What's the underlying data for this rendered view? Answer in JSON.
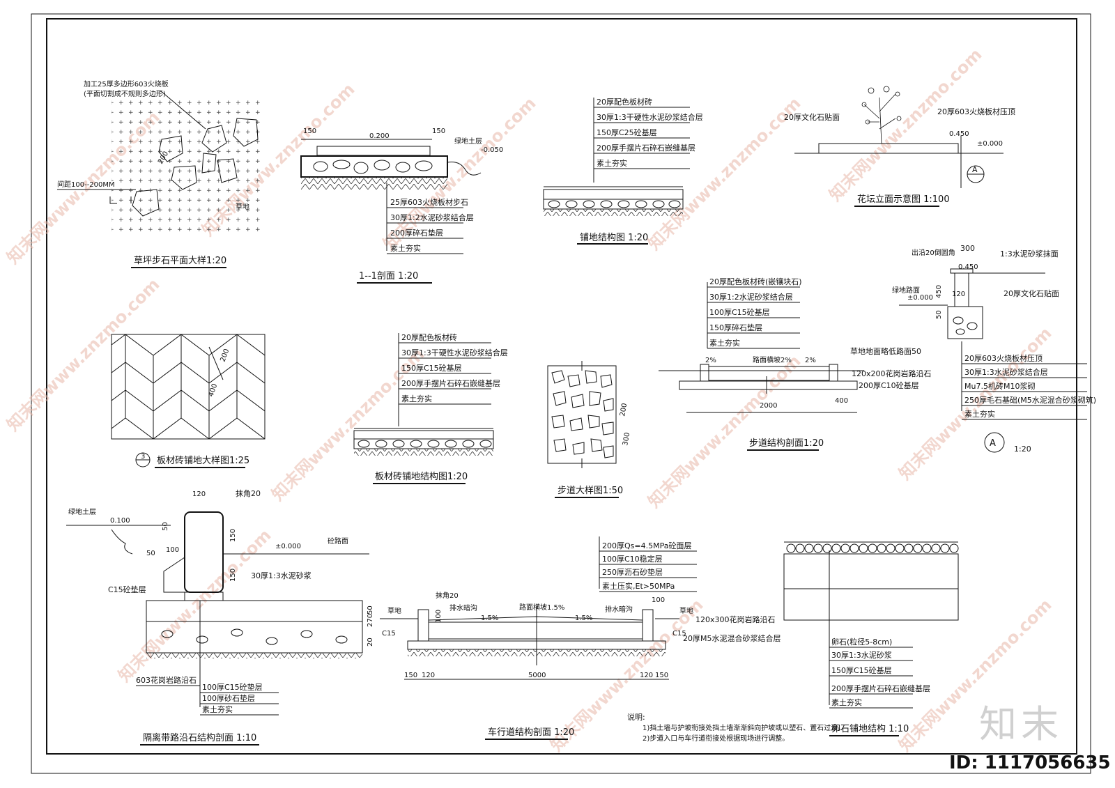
{
  "watermark": {
    "text": "知末网www.znzmo.com",
    "brand": "知末",
    "id": "ID: 1117056635"
  },
  "panels": {
    "p1": {
      "title": "草坪步石平面大样1:20",
      "notes": [
        "加工25厚多边形603火烧板",
        "(平面切割成不规则多边形)",
        "间距100--200MM",
        "草地",
        "200"
      ]
    },
    "p2": {
      "title": "1--1剖面 1:20",
      "dims": [
        "150",
        "0.200",
        "150",
        "绿地土层",
        "-0.050"
      ],
      "layers": [
        "25厚603火烧板材步石",
        "30厚1:2水泥砂浆结合层",
        "200厚碎石垫层",
        "素土夯实"
      ]
    },
    "p3": {
      "title": "铺地结构图 1:20",
      "layers": [
        "20厚配色板材砖",
        "30厚1:3干硬性水泥砂浆结合层",
        "150厚C25砼基层",
        "200厚手摆片石碎石嵌缝基层",
        "素土夯实"
      ]
    },
    "p4": {
      "title": "花坛立面示意图 1:100",
      "labels": [
        "20厚文化石贴面",
        "20厚603火烧板材压顶",
        "0.450",
        "±0.000",
        "A"
      ]
    },
    "p5": {
      "title": "板材砖铺地大样图1:25",
      "badge": "3",
      "dims": [
        "200",
        "400"
      ]
    },
    "p6": {
      "title": "板材砖铺地结构图1:20",
      "layers": [
        "20厚配色板材砖",
        "30厚1:3干硬性水泥砂浆结合层",
        "150厚C15砼基层",
        "200厚手摆片石碎石嵌缝基层",
        "素土夯实"
      ]
    },
    "p7": {
      "title": "步道大样图1:50",
      "dims": [
        "200",
        "300"
      ]
    },
    "p8": {
      "title": "步道结构剖面1:20",
      "layers": [
        "20厚配色板材砖(嵌镶块石)",
        "30厚1:2水泥砂浆结合层",
        "100厚C15砼基层",
        "150厚碎石垫层",
        "素土夯实"
      ],
      "labels": [
        "2%",
        "路面横坡2%",
        "2%",
        "草地地面略低路面50",
        "120x200花岗岩路沿石",
        "200厚C10砼基层",
        "2000",
        "400"
      ]
    },
    "p9": {
      "title": "1:20",
      "badge": "A",
      "top": [
        "300",
        "出沿20倒圆角",
        "1:3水泥砂浆抹面",
        "0.450",
        "120",
        "20厚文化石贴面",
        "绿地路面",
        "±0.000",
        "450",
        "50"
      ],
      "layers": [
        "20厚603火烧板材压顶",
        "30厚1:3水泥砂浆结合层",
        "Mu7.5机砖M10浆砌",
        "250厚毛石基础(M5水泥混合砂浆砌筑)",
        "素土夯实"
      ]
    },
    "p10": {
      "title": "隔离带路沿石结构剖面 1:10",
      "labels": [
        "120",
        "抹角20",
        "绿地土层",
        "0.100",
        "50",
        "±0.000",
        "砼路面",
        "150",
        "50",
        "100",
        "150",
        "30厚1:3水泥砂浆",
        "C15砼垫层"
      ],
      "layers": [
        "603花岗岩路沿石",
        "100厚C15砼垫层",
        "100厚砂石垫层",
        "素土夯实"
      ]
    },
    "p11": {
      "title": "车行道结构剖面 1:20",
      "layers": [
        "200厚Qs=4.5MPa砼面层",
        "100厚C10稳定层",
        "250厚沥石砂垫层",
        "素土压实,Et>50MPa"
      ],
      "labels": [
        "草地",
        "抹角20",
        "排水暗沟",
        "1.5%",
        "路面横坡1.5%",
        "1.5%",
        "排水暗沟",
        "100",
        "草地",
        "120x300花岗岩路沿石",
        "20厚M5水泥混合砂浆结合层",
        "C15",
        "C15",
        "20",
        "270",
        "50",
        "100",
        "150",
        "120",
        "5000",
        "120",
        "150"
      ]
    },
    "p12": {
      "title": "卵石铺地结构 1:10",
      "layers": [
        "卵石(粒径5-8cm)",
        "30厚1:3水泥砂浆",
        "150厚C15砼基层",
        "200厚手摆片石碎石嵌缝基层",
        "素土夯实"
      ]
    },
    "notes": {
      "heading": "说明:",
      "items": [
        "1)挡土墙与护坡衔接处挡土墙渐渐斜向护坡或以塑石、置石过渡。",
        "2)步道入口与车行道衔接处根据现场进行调整。"
      ]
    }
  }
}
